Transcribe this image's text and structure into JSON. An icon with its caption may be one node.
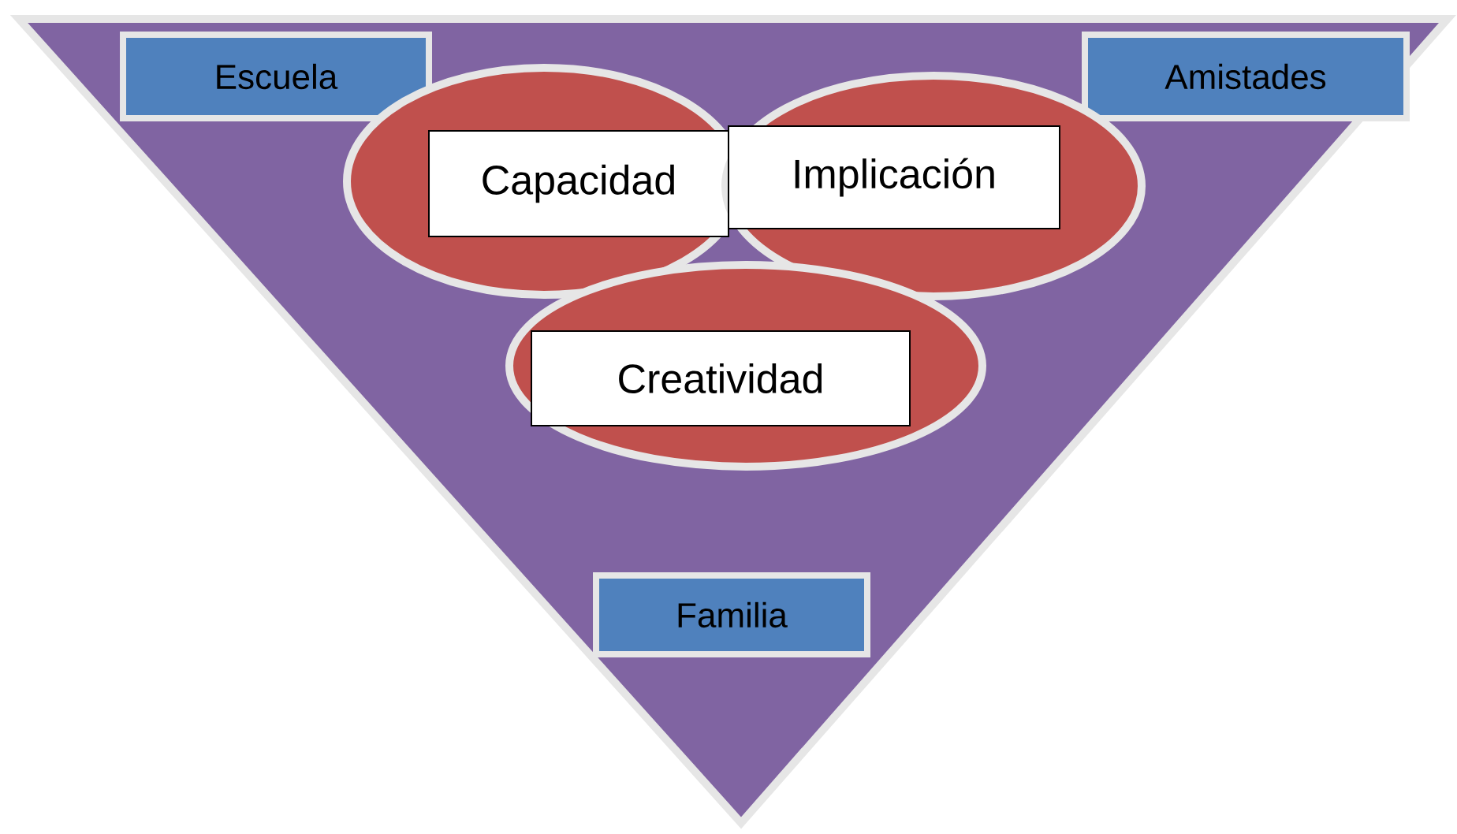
{
  "diagram": {
    "nodes": [
      {
        "text": [
          "Escuela"
        ]
      },
      {
        "text": [
          "Amistades"
        ]
      },
      {
        "text": [
          "Capacidad"
        ]
      },
      {
        "text": [
          "Implicación"
        ]
      },
      {
        "text": [
          "Creatividad"
        ]
      },
      {
        "text": [
          "Familia"
        ]
      }
    ]
  }
}
